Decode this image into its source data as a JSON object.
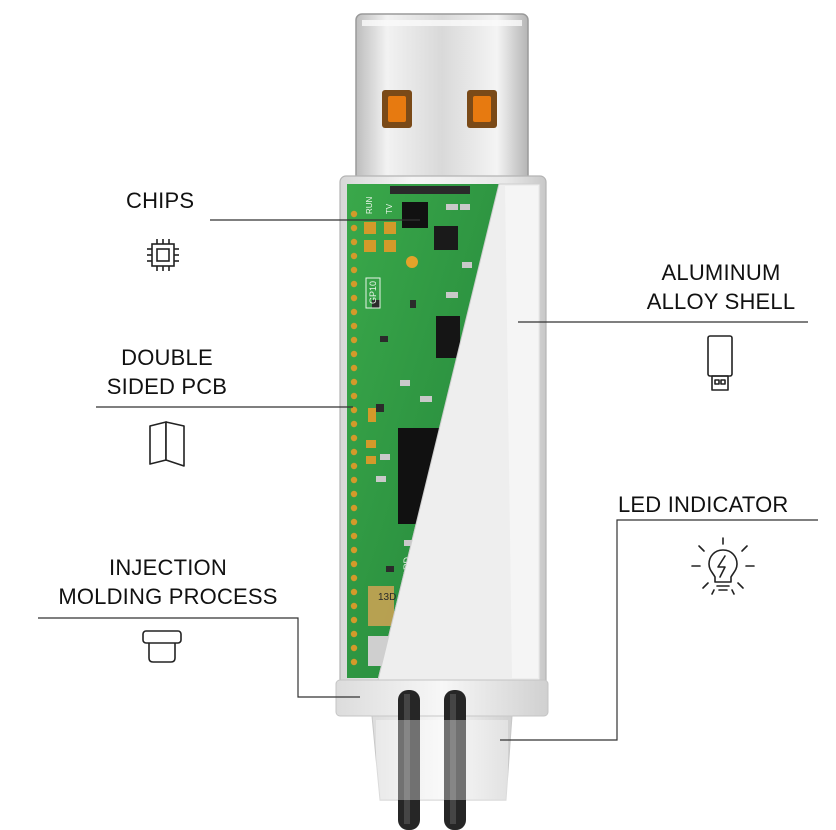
{
  "features": {
    "chips": {
      "lines": [
        "CHIPS"
      ],
      "icon": "chip-icon"
    },
    "double_sided_pcb": {
      "lines": [
        "DOUBLE",
        "SIDED PCB"
      ],
      "icon": "pcb-board-icon"
    },
    "injection_molding": {
      "lines": [
        "INJECTION",
        "MOLDING PROCESS"
      ],
      "icon": "molded-cap-icon"
    },
    "aluminum_shell": {
      "lines": [
        "ALUMINUM",
        "ALLOY SHELL"
      ],
      "icon": "usb-stick-icon"
    },
    "led_indicator": {
      "lines": [
        "LED INDICATOR"
      ],
      "icon": "lightbulb-icon"
    }
  },
  "pcb_silkscreen": {
    "top_labels": [
      "RUN",
      "TV"
    ],
    "side_label": "GP10",
    "bottom_labels": [
      "13D",
      "ARD"
    ]
  },
  "colors": {
    "pcb_green": "#2f9a3e",
    "pad_gold": "#d39a2a",
    "usb_contact_orange": "#e77a10",
    "shell_silver": "#e6e6e6",
    "leader_line": "#333333",
    "text": "#111111"
  }
}
